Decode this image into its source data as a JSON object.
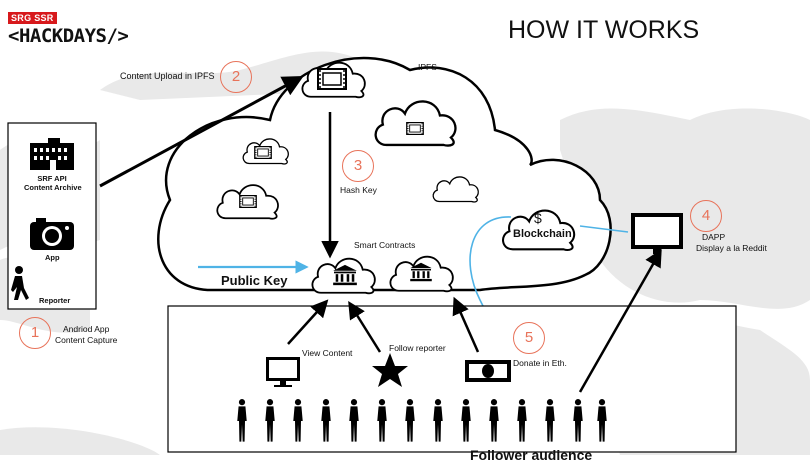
{
  "brand": {
    "badge": "SRG SSR",
    "name": "<HACKDAYS/>"
  },
  "title": "HOW IT WORKS",
  "steps": [
    {
      "num": "1",
      "label_lines": [
        "Andriod App",
        "Content Capture"
      ]
    },
    {
      "num": "2",
      "label": "Content Upload in IPFS"
    },
    {
      "num": "3",
      "label": "Hash Key"
    },
    {
      "num": "4",
      "label_lines": [
        "DAPP",
        "Display a la Reddit"
      ]
    },
    {
      "num": "5",
      "label": "Donate in Eth."
    }
  ],
  "reporter_panel": {
    "archive_lines": [
      "SRF API",
      "Content Archive"
    ],
    "app": "App",
    "reporter": "Reporter"
  },
  "cloud": {
    "ipfs": "IPFS",
    "smart_contracts": "Smart Contracts",
    "public_key": "Public Key",
    "blockchain": "Blockchain",
    "blockchain_symbol": "$"
  },
  "audience": {
    "view_content": "View Content",
    "follow_reporter": "Follow reporter",
    "footer_partial": "Follower audience"
  },
  "colors": {
    "accent": "#e8735a",
    "arrow_blue": "#4fb3e6",
    "ink": "#000000",
    "brand_red": "#d7191c"
  }
}
